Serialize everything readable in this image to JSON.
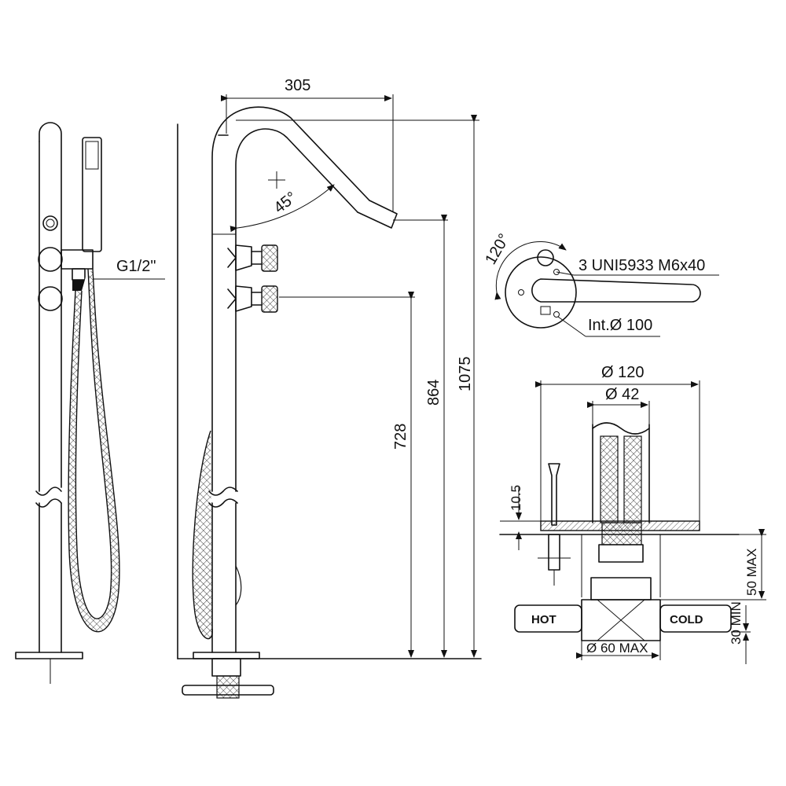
{
  "dimensions": {
    "width_spout": "305",
    "angle_spout": "45°",
    "height_total": "1075",
    "height_spout": "864",
    "height_inlet": "728",
    "thread": "G1/2\"",
    "handle_angle": "120°",
    "screws": "3 UNI5933 M6x40",
    "interaxis": "Int.Ø 100",
    "base_diameter": "Ø 120",
    "tube_diameter": "Ø 42",
    "plate_thickness": "10.5",
    "riser_max": "50 MAX",
    "pipe_min": "30 MIN",
    "fitting_max": "Ø 60 MAX"
  },
  "labels": {
    "hot": "HOT",
    "cold": "COLD"
  },
  "colors": {
    "line": "#111111",
    "background": "#ffffff"
  }
}
